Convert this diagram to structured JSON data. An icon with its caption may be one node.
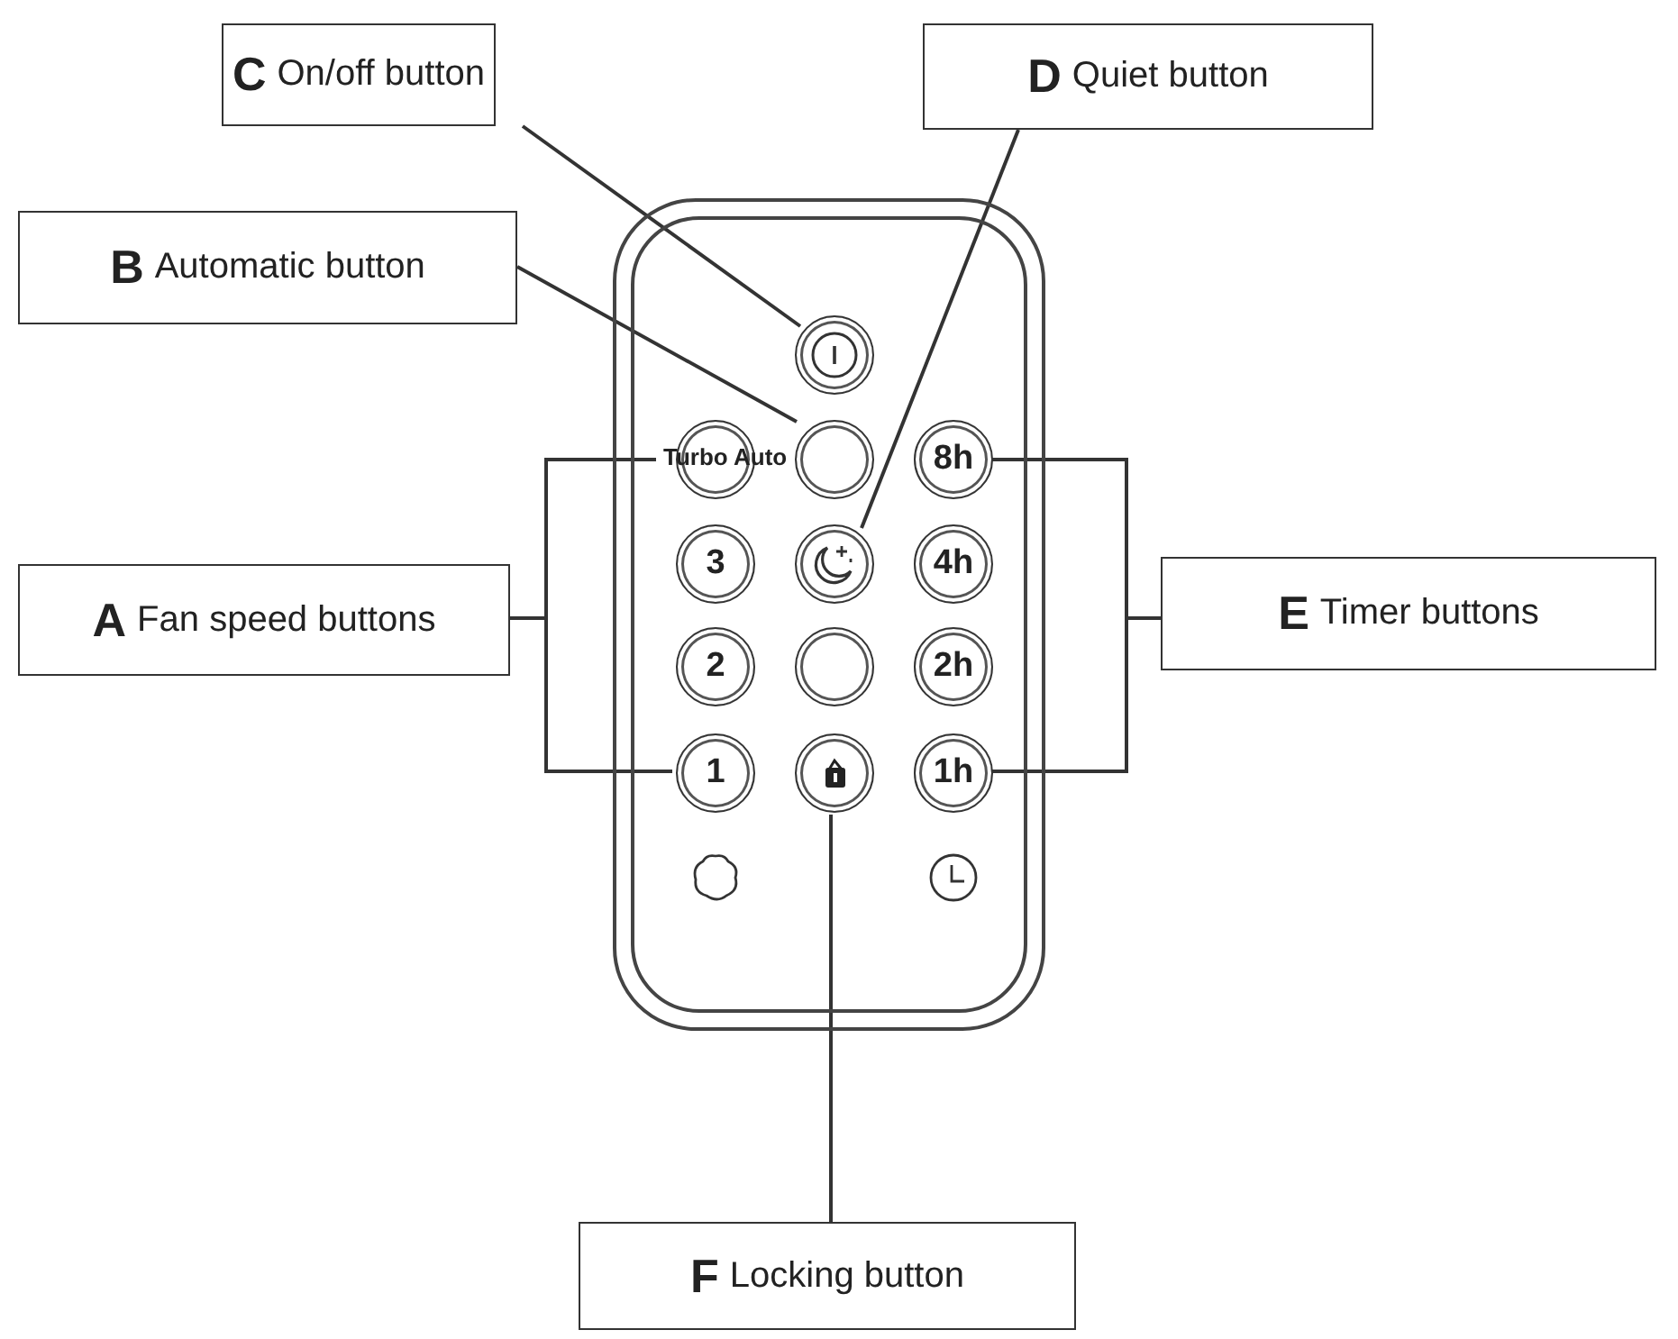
{
  "diagram": {
    "nodes": [
      {
        "text": [
          "**C** On/off button"
        ]
      },
      {
        "text": [
          "**D** Quiet button"
        ]
      },
      {
        "text": [
          "**B** Automatic button"
        ]
      },
      {
        "text": [
          "**A** Fan speed buttons"
        ]
      },
      {
        "text": [
          "**E** Timer buttons"
        ]
      },
      {
        "text": [
          "**F** Locking button"
        ]
      },
      {
        "text": [],
        "shape": "box"
      },
      {
        "text": [],
        "shape": "circle",
        "in": 6
      },
      {
        "text": [],
        "shape": "circle",
        "in": 6
      },
      {
        "text": [],
        "shape": "circle",
        "in": 6
      },
      {
        "text": [
          "8h"
        ],
        "in": 6
      },
      {
        "text": [
          "3"
        ],
        "in": 6
      },
      {
        "text": [],
        "shape": "circle",
        "in": 6
      },
      {
        "text": [
          "4h"
        ],
        "in": 6
      },
      {
        "text": [
          "2"
        ],
        "in": 6
      },
      {
        "text": [],
        "shape": "circle",
        "in": 6
      },
      {
        "text": [
          "2h"
        ],
        "in": 6
      },
      {
        "text": [
          "1"
        ],
        "in": 6
      },
      {
        "text": [],
        "shape": "circle",
        "in": 6
      },
      {
        "text": [
          "1h"
        ],
        "in": 6
      }
    ],
    "edges": [
      {
        "from": 0,
        "to": 7,
        "arrow": "none"
      },
      {
        "from": 1,
        "to": 12,
        "arrow": "none"
      },
      {
        "from": 2,
        "to": 9,
        "arrow": "none"
      },
      {
        "from": 3,
        "to": 8,
        "arrow": "none"
      },
      {
        "from": 3,
        "to": 17,
        "arrow": "none"
      },
      {
        "from": 4,
        "to": 10,
        "arrow": "none"
      },
      {
        "from": 4,
        "to": 19,
        "arrow": "none"
      },
      {
        "from": 5,
        "to": 18,
        "arrow": "none"
      }
    ],
    "labels": [
      "Turbo Auto"
    ]
  }
}
